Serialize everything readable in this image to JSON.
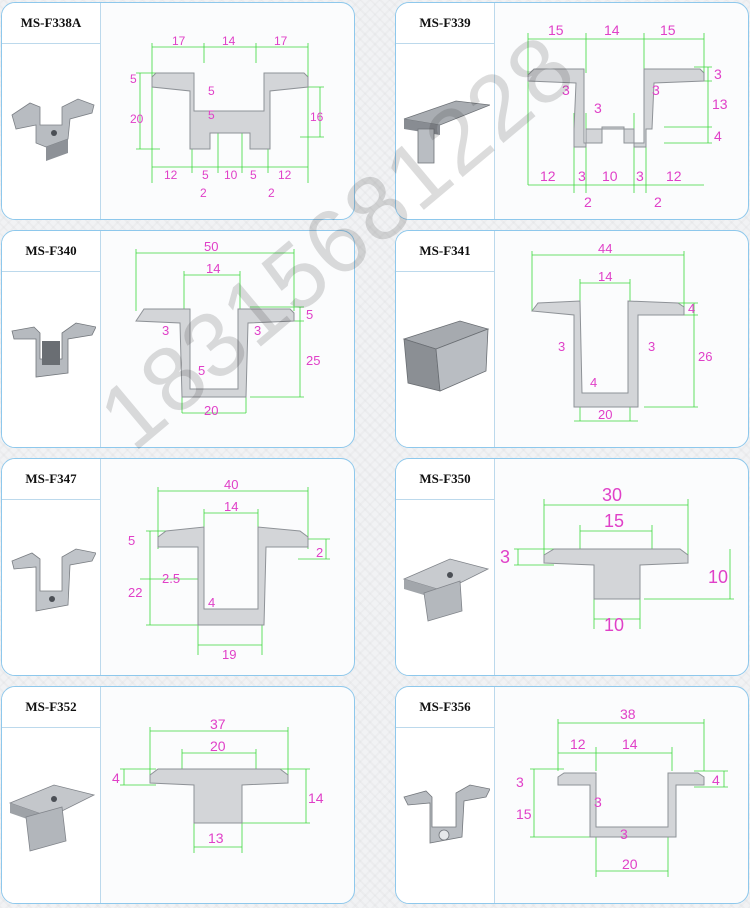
{
  "colors": {
    "border": "#8ec8ec",
    "dimension_text": "#e040c8",
    "dimension_line": "#3dd93d",
    "profile": "#d3d5d8"
  },
  "watermark": "18315681228",
  "cards": [
    {
      "model": "MS-F338A",
      "dims": [
        "17",
        "14",
        "17",
        "5",
        "20",
        "5",
        "5",
        "16",
        "12",
        "5",
        "10",
        "5",
        "12",
        "2",
        "2"
      ]
    },
    {
      "model": "MS-F339",
      "dims": [
        "15",
        "14",
        "15",
        "3",
        "3",
        "3",
        "3",
        "13",
        "4",
        "12",
        "3",
        "10",
        "3",
        "12",
        "2",
        "2"
      ]
    },
    {
      "model": "MS-F340",
      "dims": [
        "50",
        "14",
        "3",
        "3",
        "5",
        "5",
        "25",
        "20"
      ]
    },
    {
      "model": "MS-F341",
      "dims": [
        "44",
        "14",
        "4",
        "3",
        "3",
        "26",
        "4",
        "20"
      ]
    },
    {
      "model": "MS-F347",
      "dims": [
        "40",
        "14",
        "5",
        "2",
        "2.5",
        "22",
        "4",
        "19"
      ]
    },
    {
      "model": "MS-F350",
      "dims": [
        "30",
        "15",
        "3",
        "10",
        "10"
      ]
    },
    {
      "model": "MS-F352",
      "dims": [
        "37",
        "20",
        "4",
        "14",
        "13"
      ]
    },
    {
      "model": "MS-F356",
      "dims": [
        "38",
        "12",
        "14",
        "3",
        "4",
        "3",
        "15",
        "3",
        "20"
      ]
    }
  ]
}
